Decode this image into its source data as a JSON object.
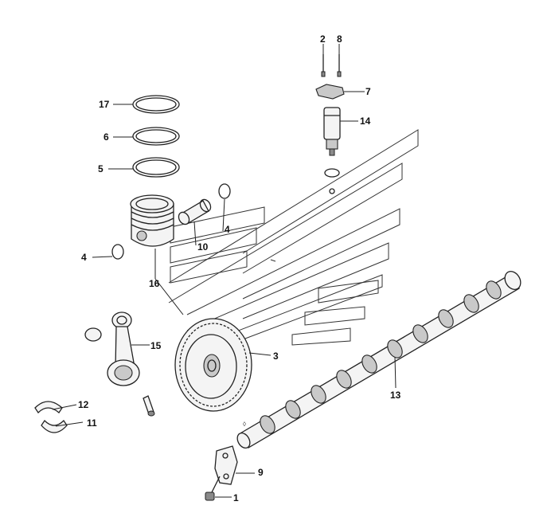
{
  "callouts": [
    {
      "id": "c1",
      "text": "1"
    },
    {
      "id": "c2",
      "text": "2"
    },
    {
      "id": "c3",
      "text": "3"
    },
    {
      "id": "c4a",
      "text": "4"
    },
    {
      "id": "c4b",
      "text": "4"
    },
    {
      "id": "c5",
      "text": "5"
    },
    {
      "id": "c6",
      "text": "6"
    },
    {
      "id": "c7",
      "text": "7"
    },
    {
      "id": "c8",
      "text": "8"
    },
    {
      "id": "c9",
      "text": "9"
    },
    {
      "id": "c10",
      "text": "10"
    },
    {
      "id": "c11",
      "text": "11"
    },
    {
      "id": "c12",
      "text": "12"
    },
    {
      "id": "c13",
      "text": "13"
    },
    {
      "id": "c14",
      "text": "14"
    },
    {
      "id": "c15",
      "text": "15"
    },
    {
      "id": "c16",
      "text": "16"
    },
    {
      "id": "c17",
      "text": "17"
    }
  ],
  "icons": {
    "piston": "piston-icon",
    "camshaft": "camshaft-icon",
    "gear": "camshaft-gear-icon",
    "connecting_rod": "connecting-rod-icon"
  }
}
